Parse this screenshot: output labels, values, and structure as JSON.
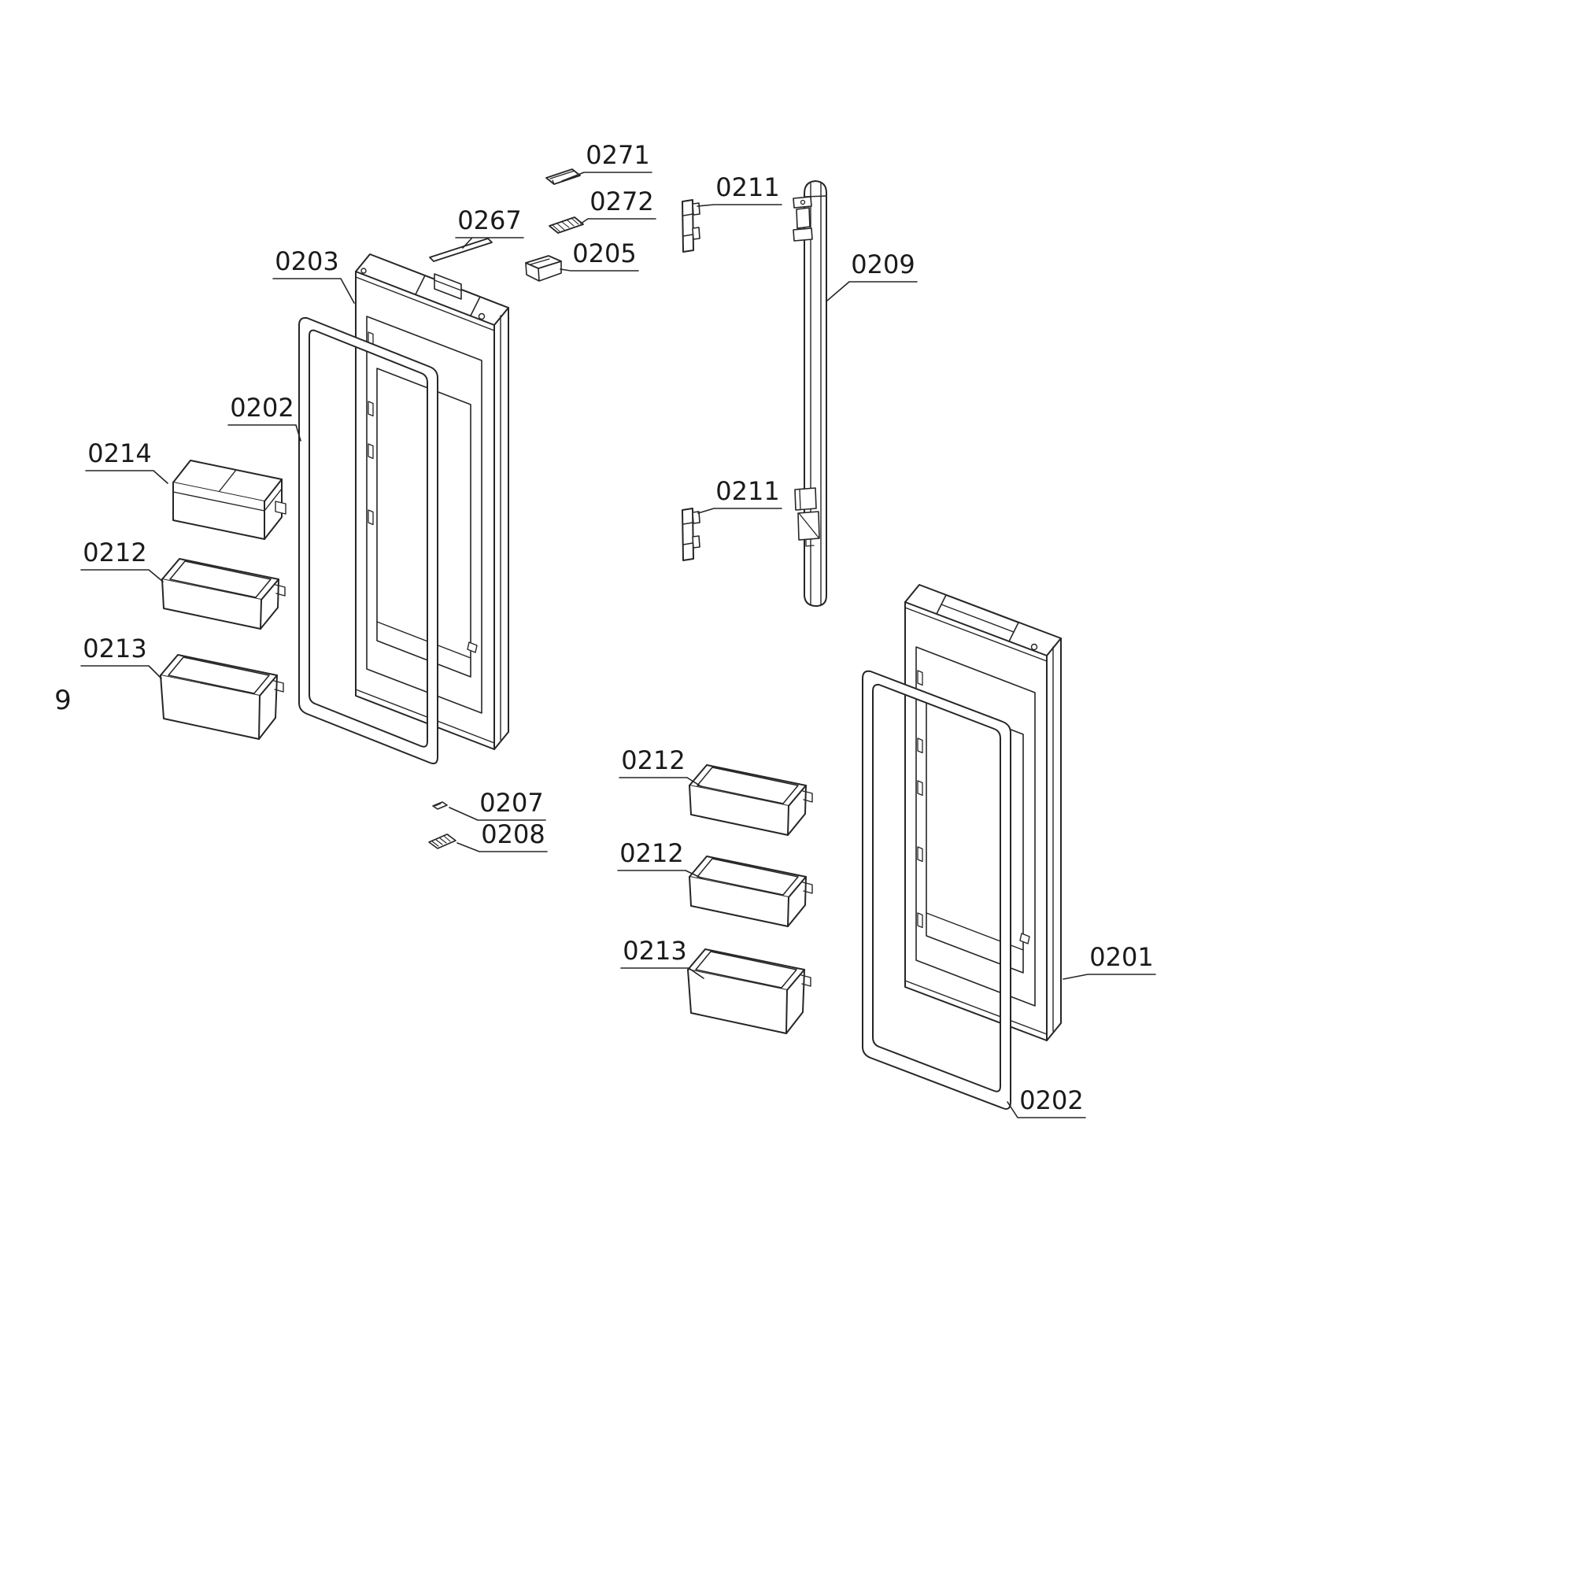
{
  "diagram": {
    "page_number": "9",
    "colors": {
      "background": "#ffffff",
      "line": "#262626",
      "text": "#1a1a1a"
    },
    "callouts": [
      {
        "name": "cover-strip-top",
        "part": "0271"
      },
      {
        "name": "grille-insert",
        "part": "0272"
      },
      {
        "name": "trim-strip",
        "part": "0267"
      },
      {
        "name": "door-left",
        "part": "0203"
      },
      {
        "name": "small-cover",
        "part": "0205"
      },
      {
        "name": "door-bearing-upper",
        "part": "0211"
      },
      {
        "name": "trim-rail",
        "part": "0209"
      },
      {
        "name": "gasket-left",
        "part": "0202"
      },
      {
        "name": "butter-dish",
        "part": "0214"
      },
      {
        "name": "bin-left-upper",
        "part": "0212"
      },
      {
        "name": "bin-left-lower",
        "part": "0213"
      },
      {
        "name": "door-bearing-mid",
        "part": "0211"
      },
      {
        "name": "clip",
        "part": "0207"
      },
      {
        "name": "connector",
        "part": "0208"
      },
      {
        "name": "bin-right-upper",
        "part": "0212"
      },
      {
        "name": "bin-right-middle",
        "part": "0212"
      },
      {
        "name": "bin-right-lower",
        "part": "0213"
      },
      {
        "name": "door-right",
        "part": "0201"
      },
      {
        "name": "gasket-right",
        "part": "0202"
      }
    ]
  }
}
